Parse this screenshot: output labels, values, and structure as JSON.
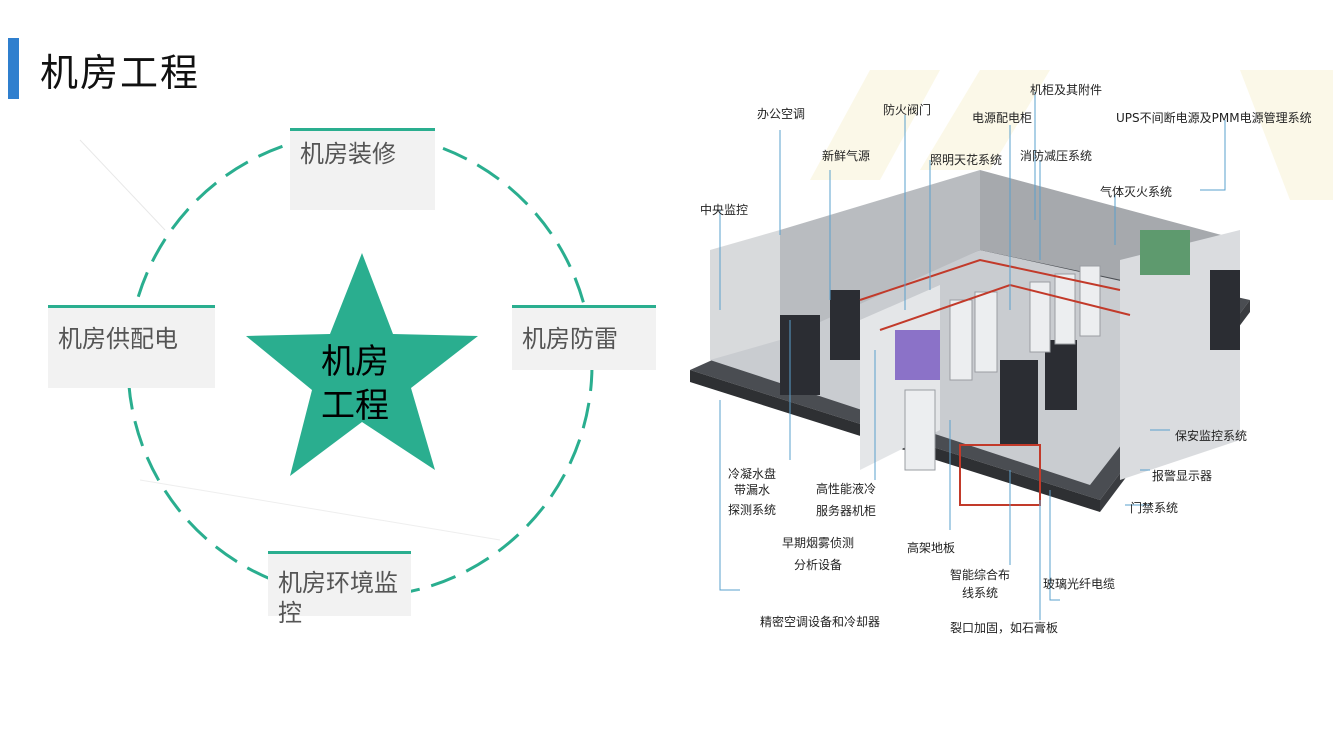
{
  "page": {
    "title": "机房工程"
  },
  "diagram": {
    "center": [
      "机房",
      "工程"
    ],
    "nodes": {
      "top": "机房装修",
      "left": "机房供配电",
      "right": "机房防雷",
      "bottom": "机房环境监控"
    },
    "colors": {
      "accent": "#2aae8f",
      "title_bar": "#2f7fce",
      "box_bg": "#f2f2f2"
    }
  },
  "room_image": {
    "labels": {
      "office_ac": "办公空调",
      "fire_valve": "防火阀门",
      "power_cabinet": "电源配电柜",
      "rack_accessories": "机柜及其附件",
      "ups_pdm": "UPS不间断电源及PMM电源管理系统",
      "fresh_air": "新鲜气源",
      "ceiling_lighting": "照明天花系统",
      "fire_decompression": "消防减压系统",
      "gas_extinguish": "气体灭火系统",
      "central_monitor": "中央监控",
      "security_monitor": "保安监控系统",
      "alarm_display": "报警显示器",
      "access_control": "门禁系统",
      "condensate_leak": [
        "冷凝水盘",
        "带漏水",
        "探测系统"
      ],
      "liquid_cooling": [
        "高性能液冷",
        "服务器机柜"
      ],
      "smoke_detect": [
        "早期烟雾侦测",
        "分析设备"
      ],
      "raised_floor": "高架地板",
      "cabling": [
        "智能综合布",
        "线系统"
      ],
      "fiber_cable": "玻璃光纤电缆",
      "precision_ac": "精密空调设备和冷却器",
      "crack_reinforce": "裂口加固，如石膏板"
    }
  }
}
